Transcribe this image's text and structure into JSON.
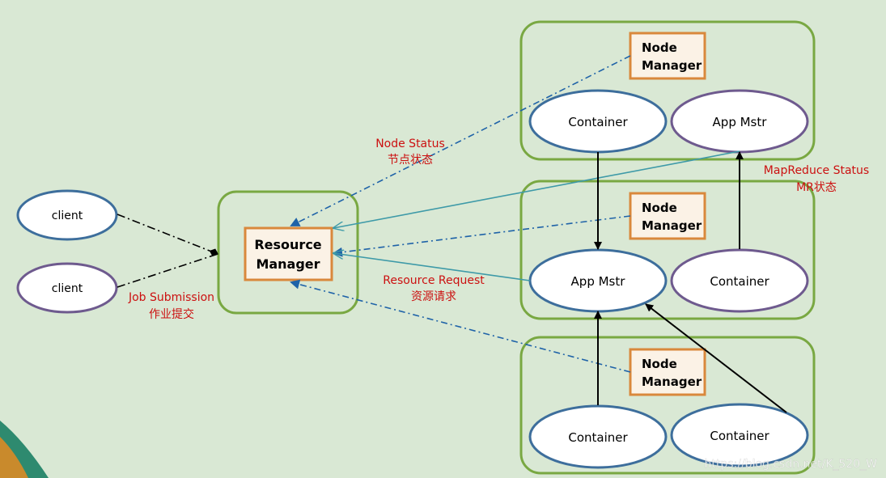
{
  "nodes": {
    "client_1": "client",
    "client_2": "client",
    "resource_manager": [
      "Resource",
      "Manager"
    ],
    "node_manager_label": [
      "Node",
      "Manager"
    ],
    "top_container": "Container",
    "top_app_mstr": "App Mstr",
    "mid_app_mstr": "App Mstr",
    "mid_container": "Container",
    "bottom_container_left": "Container",
    "bottom_container_right": "Container"
  },
  "labels": {
    "node_status_en": "Node Status",
    "node_status_zh": "节点状态",
    "mapreduce_status_en": "MapReduce Status",
    "mapreduce_status_zh": "MR状态",
    "resource_request_en": "Resource Request",
    "resource_request_zh": "资源请求",
    "job_submission_en": "Job Submission",
    "job_submission_zh": "作业提交"
  },
  "watermark": "https://blog.csdn.net/K_520_W",
  "colors": {
    "background": "#d9e8d4",
    "group_border": "#79a842",
    "blue_ellipse": "#3d6e9c",
    "purple_ellipse": "#6e5a8e",
    "orange_box": "#d9883c",
    "label_red": "#cc1010",
    "status_line": "#1f63a8",
    "request_line": "#3e9aa8"
  }
}
